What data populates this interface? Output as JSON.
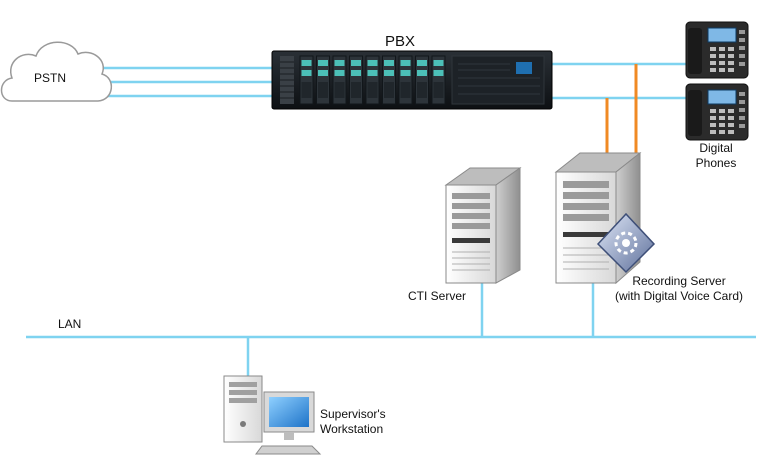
{
  "labels": {
    "pstn": "PSTN",
    "pbx": "PBX",
    "digital_phones_line1": "Digital",
    "digital_phones_line2": "Phones",
    "cti_server": "CTI Server",
    "recording_server_line1": "Recording Server",
    "recording_server_line2": "(with Digital Voice Card)",
    "lan": "LAN",
    "workstation_line1": "Supervisor's",
    "workstation_line2": "Workstation"
  },
  "colors": {
    "network_line": "#7fd3f0",
    "cti_link": "#f08a24",
    "server_body": "#e8e8e8",
    "pbx_body": "#15191d",
    "pbx_accent": "#4cc0b8"
  },
  "icons": {
    "pstn": "cloud-icon",
    "pbx": "rack-switch-icon",
    "phone": "desk-phone-icon",
    "cti_server": "tower-server-icon",
    "recording_server": "tower-server-icon",
    "voice_card": "voice-card-icon",
    "workstation": "desktop-computer-icon"
  }
}
